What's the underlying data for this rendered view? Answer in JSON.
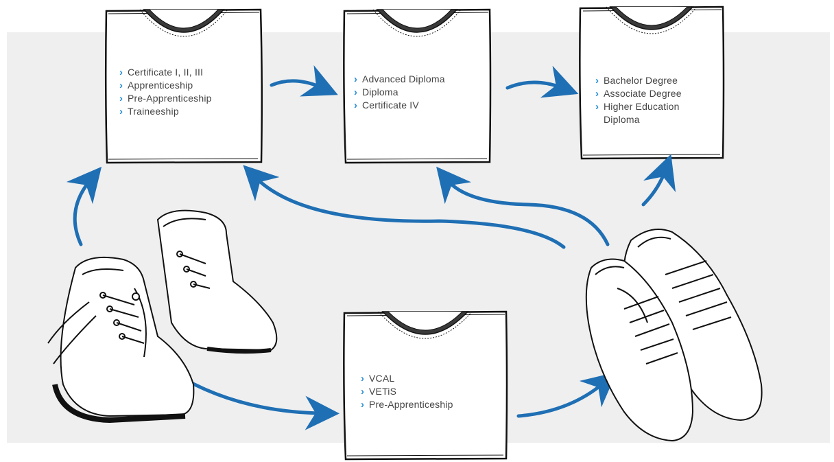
{
  "accent_color": "#1f6fb4",
  "bullet_color": "#2a8fd6",
  "shirts": [
    {
      "id": "shirt-certificates",
      "items": [
        "Certificate I, II, III",
        "Apprenticeship",
        "Pre-Apprenticeship",
        "Traineeship"
      ]
    },
    {
      "id": "shirt-diplomas",
      "items": [
        "Advanced Diploma",
        "Diploma",
        "Certificate IV"
      ]
    },
    {
      "id": "shirt-degrees",
      "items": [
        "Bachelor Degree",
        "Associate Degree",
        "Higher Education",
        "Diploma"
      ]
    },
    {
      "id": "shirt-school",
      "items": [
        "VCAL",
        "VETiS",
        "Pre-Apprenticeship"
      ]
    }
  ],
  "icons": {
    "work_boots": "work-boots-icon",
    "sneakers": "sneakers-icon",
    "bullet": "chevron-right-icon"
  }
}
